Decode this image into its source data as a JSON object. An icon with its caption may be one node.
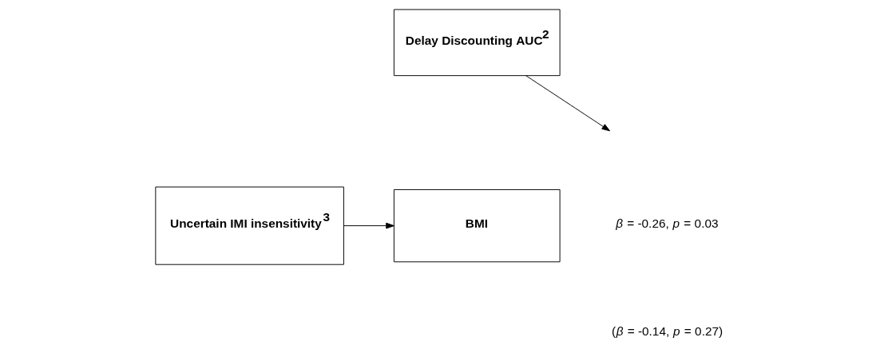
{
  "diagram": {
    "nodes": [
      {
        "text": [
          "Delay Discounting AUC$^{2}$"
        ]
      },
      {
        "text": [
          "Uncertain IMI insensitivity$^{3}$"
        ]
      },
      {
        "text": [
          "BMI"
        ]
      }
    ],
    "edges": [
      {
        "from": 0,
        "to": null,
        "arrow": "to"
      },
      {
        "from": 1,
        "to": 2,
        "arrow": "to"
      }
    ],
    "labels": [
      "*β* = -0.26, *p* = 0.03",
      "(*β* = -0.14, *p* = 0.27)"
    ]
  }
}
